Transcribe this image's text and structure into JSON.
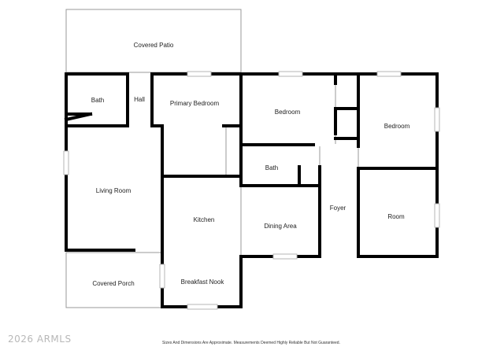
{
  "rooms": {
    "covered_patio": "Covered Patio",
    "bath_upper_left": "Bath",
    "hall": "Hall",
    "primary_bedroom": "Primary Bedroom",
    "bedroom_middle": "Bedroom",
    "bedroom_right": "Bedroom",
    "bath_middle": "Bath",
    "living_room": "Living Room",
    "kitchen": "Kitchen",
    "dining_area": "Dining Area",
    "foyer": "Foyer",
    "room": "Room",
    "covered_porch": "Covered Porch",
    "breakfast_nook": "Breakfast Nook"
  },
  "footer": {
    "copyright": "2026 ARMLS",
    "disclaimer": "Sizes And Dimensions Are Approximate. Measurements Deemed Highly Reliable But Not Guaranteed."
  },
  "colors": {
    "wall": "#000000",
    "thin_outline": "#999999",
    "window": "#b5b5b5",
    "watermark": "#b8b8b8"
  }
}
